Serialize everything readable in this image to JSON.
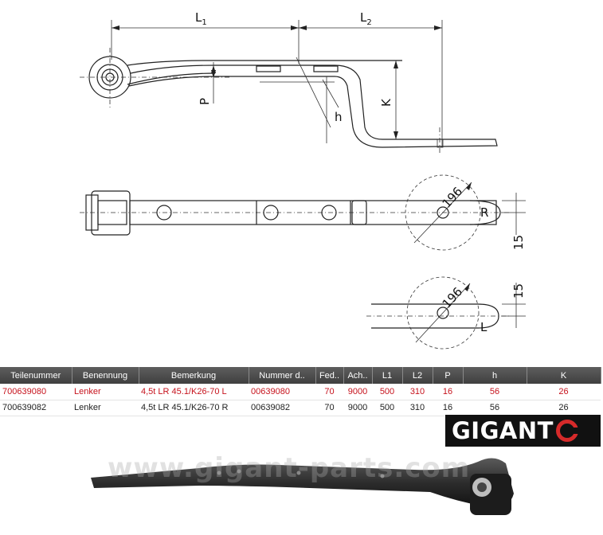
{
  "drawing": {
    "dim_L1": "L",
    "dim_L1_sub": "1",
    "dim_L2": "L",
    "dim_L2_sub": "2",
    "dim_P": "P",
    "dim_h": "h",
    "dim_K": "K",
    "dim_R": "R",
    "dim_L": "L",
    "dia_top": "196",
    "dia_bottom": "196",
    "dim_15_top": "15",
    "dim_15_bottom": "15"
  },
  "table": {
    "headers": [
      "Teilenummer",
      "Benennung",
      "Bemerkung",
      "Nummer d..",
      "Fed..",
      "Ach..",
      "L1",
      "L2",
      "P",
      "h",
      "K"
    ],
    "rows": [
      [
        "700639080",
        "Lenker",
        "4,5t LR 45.1/K26-70 L",
        "00639080",
        "70",
        "9000",
        "500",
        "310",
        "16",
        "56",
        "26"
      ],
      [
        "700639082",
        "Lenker",
        "4,5t LR 45.1/K26-70 R",
        "00639082",
        "70",
        "9000",
        "500",
        "310",
        "16",
        "56",
        "26"
      ]
    ]
  },
  "logo": {
    "text": "GIGANT"
  },
  "watermark": "www.gigant-parts.com",
  "colors": {
    "active_row": "#c6121c",
    "header_bg": "#4a4a4a",
    "logo_ring": "#d62a2a"
  }
}
